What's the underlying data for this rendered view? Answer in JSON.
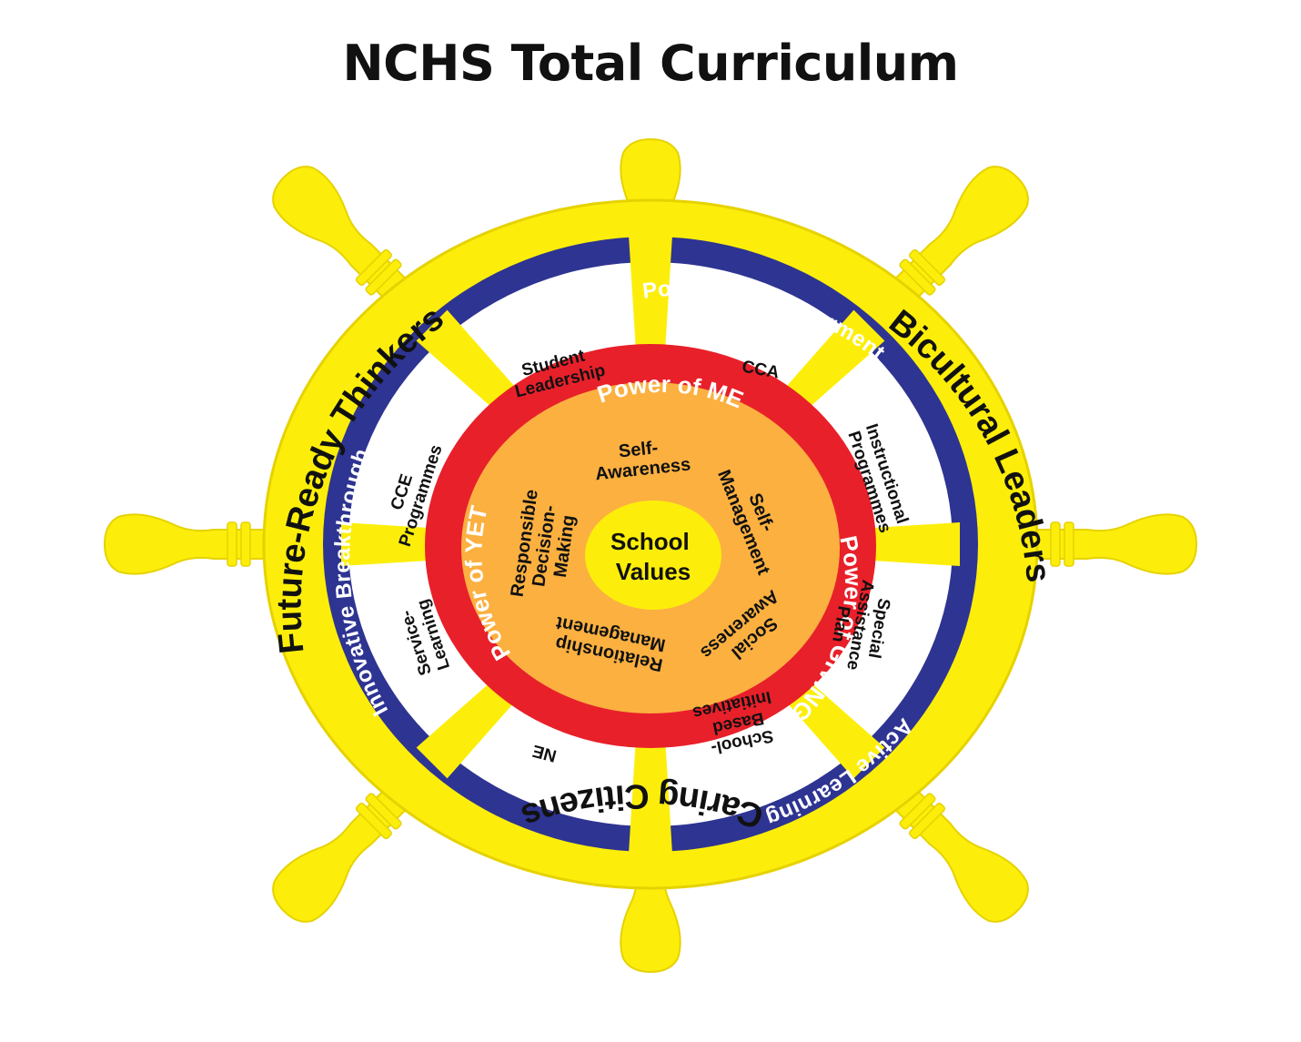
{
  "title": "NCHS Total Curriculum",
  "colors": {
    "wheel": "#fcee0a",
    "wheel_outline": "#e6d200",
    "blue_ring": "#2e3491",
    "red_ring": "#e8202a",
    "orange_core": "#fbb040",
    "center": "#fcee0a"
  },
  "outcomes": {
    "top_left": "Future-Ready Thinkers",
    "top_right": "Bicultural Leaders",
    "bottom": "Caring Citizens"
  },
  "approaches": {
    "top": "Positive Empowerment",
    "left": "Innovative Breakthrough",
    "bottom_right": "Active Learning"
  },
  "programmes": {
    "student_leadership": [
      "Student",
      "Leadership"
    ],
    "cca": [
      "CCA"
    ],
    "instructional": [
      "Instructional",
      "Programmes"
    ],
    "special_assistance": [
      "Special",
      "Assistance",
      "Plan"
    ],
    "school_based": [
      "School-",
      "Based",
      "Initiatives"
    ],
    "ne": [
      "NE"
    ],
    "service_learning": [
      "Service-",
      "Learning"
    ],
    "cce": [
      "CCE",
      "Programmes"
    ]
  },
  "powers": {
    "me": "Power of ME",
    "giving": "Power of GIVING",
    "yet": "Power of YET"
  },
  "competencies": {
    "self_awareness": [
      "Self-",
      "Awareness"
    ],
    "self_management": [
      "Self-",
      "Management"
    ],
    "social_awareness": [
      "Social",
      "Awareness"
    ],
    "relationship_management": [
      "Relationship",
      "Management"
    ],
    "responsible_decision_making": [
      "Responsible",
      "Decision-",
      "Making"
    ]
  },
  "center": [
    "School",
    "Values"
  ]
}
